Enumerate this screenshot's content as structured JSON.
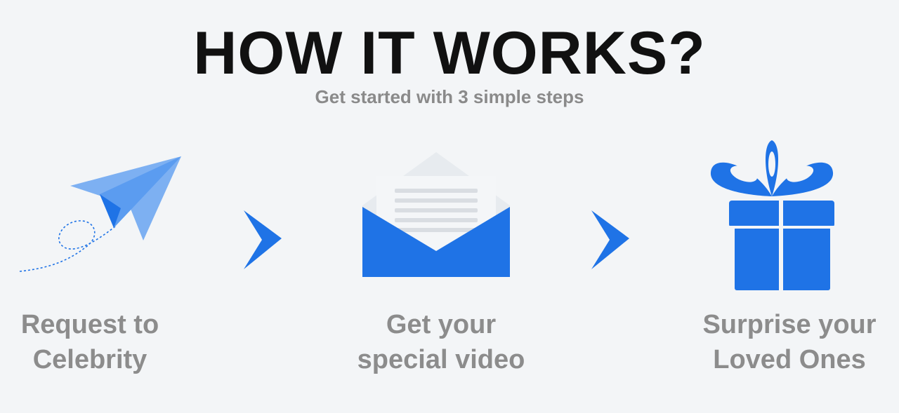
{
  "header": {
    "title": "HOW IT WORKS?",
    "subtitle": "Get started with 3 simple steps"
  },
  "colors": {
    "accent": "#1f73e6",
    "accent_light": "#7db0f2",
    "title_text": "#111111",
    "muted_text": "#8c8c8c",
    "background": "#f3f5f7"
  },
  "steps": [
    {
      "icon": "paper-plane-icon",
      "line1": "Request to",
      "line2": "Celebrity"
    },
    {
      "icon": "envelope-icon",
      "line1": "Get your",
      "line2": "special video"
    },
    {
      "icon": "gift-icon",
      "line1": "Surprise your",
      "line2": "Loved Ones"
    }
  ],
  "arrows": [
    "chevron-right-icon",
    "chevron-right-icon"
  ]
}
